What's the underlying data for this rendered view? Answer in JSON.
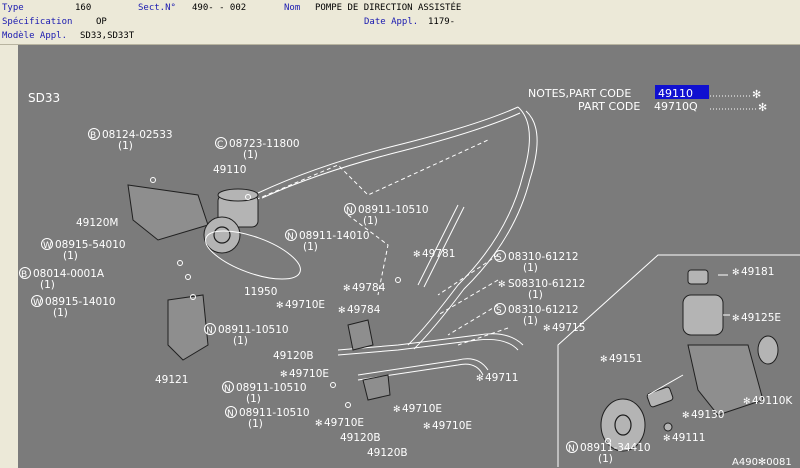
{
  "header": {
    "type_label": "Type",
    "type_value": "160",
    "sect_label": "Sect.N°",
    "sect_value": "490-   - 002",
    "nom_label": "Nom",
    "nom_value": "POMPE DE DIRECTION ASSISTÉE",
    "spec_label": "Spécification",
    "spec_value": "OP",
    "date_label": "Date Appl.",
    "date_value": "1179-",
    "modele_label": "Modèle Appl.",
    "modele_value": "SD33,SD33T"
  },
  "diagram": {
    "model": "SD33",
    "notes_label": "NOTES,PART CODE",
    "notes_code": "49110",
    "part_code_label": "PART CODE",
    "part_code2": "49710Q",
    "star": "✻",
    "ref": "A490✻0081",
    "callouts": [
      {
        "prefix": "B",
        "text": "08124-02533",
        "qty": "(1)"
      },
      {
        "prefix": "C",
        "text": "08723-11800",
        "qty": "(1)"
      },
      {
        "prefix": "",
        "text": "49110",
        "qty": ""
      },
      {
        "prefix": "",
        "text": "49120M",
        "qty": ""
      },
      {
        "prefix": "W",
        "text": "08915-54010",
        "qty": "(1)"
      },
      {
        "prefix": "B",
        "text": "08014-0001A",
        "qty": "(1)"
      },
      {
        "prefix": "W",
        "text": "08915-14010",
        "qty": "(1)"
      },
      {
        "prefix": "N",
        "text": "08911-14010",
        "qty": "(1)"
      },
      {
        "prefix": "N",
        "text": "08911-10510",
        "qty": "(1)"
      },
      {
        "prefix": "",
        "text": "11950",
        "qty": ""
      },
      {
        "prefix": "✻",
        "text": "49781",
        "qty": ""
      },
      {
        "prefix": "S",
        "text": "08310-61212",
        "qty": "(1)"
      },
      {
        "prefix": "✻",
        "text": "49784",
        "qty": ""
      },
      {
        "prefix": "✻",
        "text": "S08310-61212",
        "qty": "(1)"
      },
      {
        "prefix": "✻",
        "text": "49710E",
        "qty": ""
      },
      {
        "prefix": "✻",
        "text": "49784",
        "qty": ""
      },
      {
        "prefix": "S",
        "text": "08310-61212",
        "qty": "(1)"
      },
      {
        "prefix": "N",
        "text": "08911-10510",
        "qty": "(1)"
      },
      {
        "prefix": "✻",
        "text": "49715",
        "qty": ""
      },
      {
        "prefix": "",
        "text": "49120B",
        "qty": ""
      },
      {
        "prefix": "",
        "text": "49121",
        "qty": ""
      },
      {
        "prefix": "✻",
        "text": "49710E",
        "qty": ""
      },
      {
        "prefix": "N",
        "text": "08911-10510",
        "qty": "(1)"
      },
      {
        "prefix": "✻",
        "text": "49711",
        "qty": ""
      },
      {
        "prefix": "N",
        "text": "08911-10510",
        "qty": "(1)"
      },
      {
        "prefix": "✻",
        "text": "49710E",
        "qty": ""
      },
      {
        "prefix": "✻",
        "text": "49710E",
        "qty": ""
      },
      {
        "prefix": "✻",
        "text": "49710E",
        "qty": ""
      },
      {
        "prefix": "",
        "text": "49120B",
        "qty": ""
      },
      {
        "prefix": "",
        "text": "49120B",
        "qty": ""
      },
      {
        "prefix": "✻",
        "text": "49181",
        "qty": ""
      },
      {
        "prefix": "✻",
        "text": "49125E",
        "qty": ""
      },
      {
        "prefix": "✻",
        "text": "49151",
        "qty": ""
      },
      {
        "prefix": "✻",
        "text": "49130",
        "qty": ""
      },
      {
        "prefix": "✻",
        "text": "49110K",
        "qty": ""
      },
      {
        "prefix": "✻",
        "text": "49111",
        "qty": ""
      },
      {
        "prefix": "N",
        "text": "08911-34410",
        "qty": "(1)"
      }
    ]
  }
}
